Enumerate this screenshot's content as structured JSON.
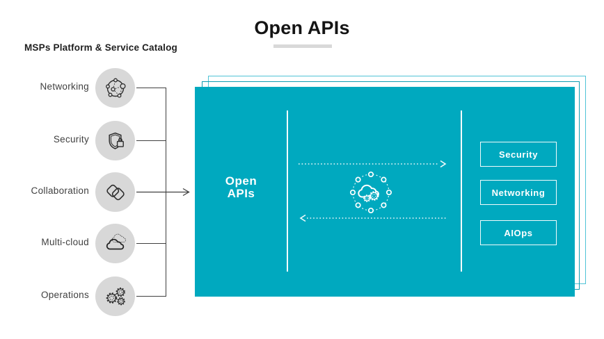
{
  "page": {
    "title": "Open APIs"
  },
  "catalog": {
    "heading": "MSPs Platform & Service Catalog",
    "items": [
      {
        "label": "Networking",
        "icon": "network-nodes-icon"
      },
      {
        "label": "Security",
        "icon": "shield-lock-icon"
      },
      {
        "label": "Collaboration",
        "icon": "overlapping-squares-icon"
      },
      {
        "label": "Multi-cloud",
        "icon": "multi-cloud-icon"
      },
      {
        "label": "Operations",
        "icon": "gears-icon"
      }
    ]
  },
  "panel": {
    "label_line1": "Open",
    "label_line2": "APIs",
    "center_icon": "cloud-gears-network-icon",
    "modules": [
      {
        "label": "Security"
      },
      {
        "label": "Networking"
      },
      {
        "label": "AIOps"
      }
    ]
  },
  "colors": {
    "teal": "#00a9bf",
    "teal_outline_inner": "#0c9cb1",
    "teal_outline_outer": "#4fc3d6",
    "circle_gray": "#d8d8d8",
    "underline_gray": "#d9d9d9",
    "connector": "#3f3f3f",
    "title_text": "#141414"
  }
}
